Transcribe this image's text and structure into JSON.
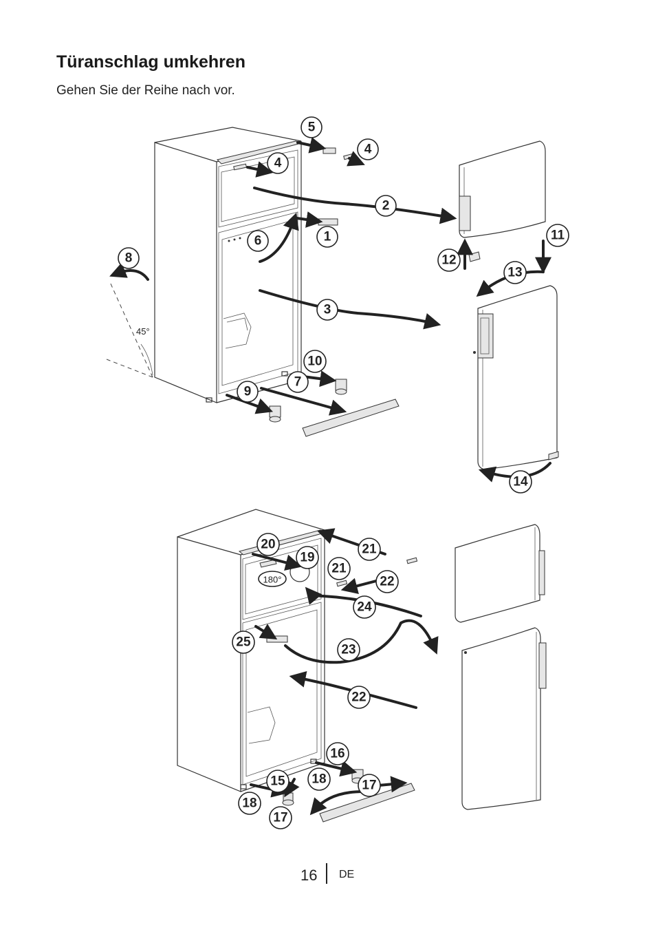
{
  "header": {
    "title": "Türanschlag umkehren",
    "subtitle": "Gehen Sie der Reihe nach vor."
  },
  "figure_top": {
    "callouts": [
      "5",
      "4",
      "4",
      "2",
      "6",
      "1",
      "8",
      "11",
      "12",
      "13",
      "3",
      "10",
      "7",
      "9",
      "14"
    ],
    "angle_label": "45°"
  },
  "figure_bottom": {
    "callouts": [
      "20",
      "19",
      "21",
      "21",
      "22",
      "24",
      "25",
      "23",
      "22",
      "16",
      "15",
      "18",
      "17",
      "18",
      "17"
    ],
    "angle_label": "180°"
  },
  "footer": {
    "page_number": "16",
    "language": "DE"
  }
}
